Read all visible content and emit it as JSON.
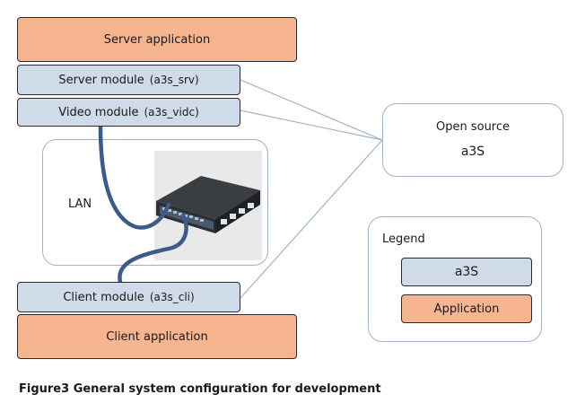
{
  "server_app": {
    "label": "Server application"
  },
  "server_module": {
    "label": "Server module",
    "suffix": "(a3s_srv)"
  },
  "video_module": {
    "label": "Video module",
    "suffix": "(a3s_vidc)"
  },
  "lan": {
    "label": "LAN"
  },
  "switch": {
    "icon": "network-switch-icon"
  },
  "open_source": {
    "title": "Open source",
    "name": "a3S"
  },
  "client_module": {
    "label": "Client module",
    "suffix": "(a3s_cli)"
  },
  "client_app": {
    "label": "Client application"
  },
  "legend": {
    "title": "Legend",
    "items": [
      {
        "label": "a3S",
        "color": "#cfdbe8"
      },
      {
        "label": "Application",
        "color": "#f6b48f"
      }
    ]
  },
  "caption": "Figure3 General system configuration for development",
  "colors": {
    "application": "#f6b48f",
    "module": "#cfdbe8",
    "cable": "#3b5b8a",
    "connector": "#9fb3c8"
  }
}
